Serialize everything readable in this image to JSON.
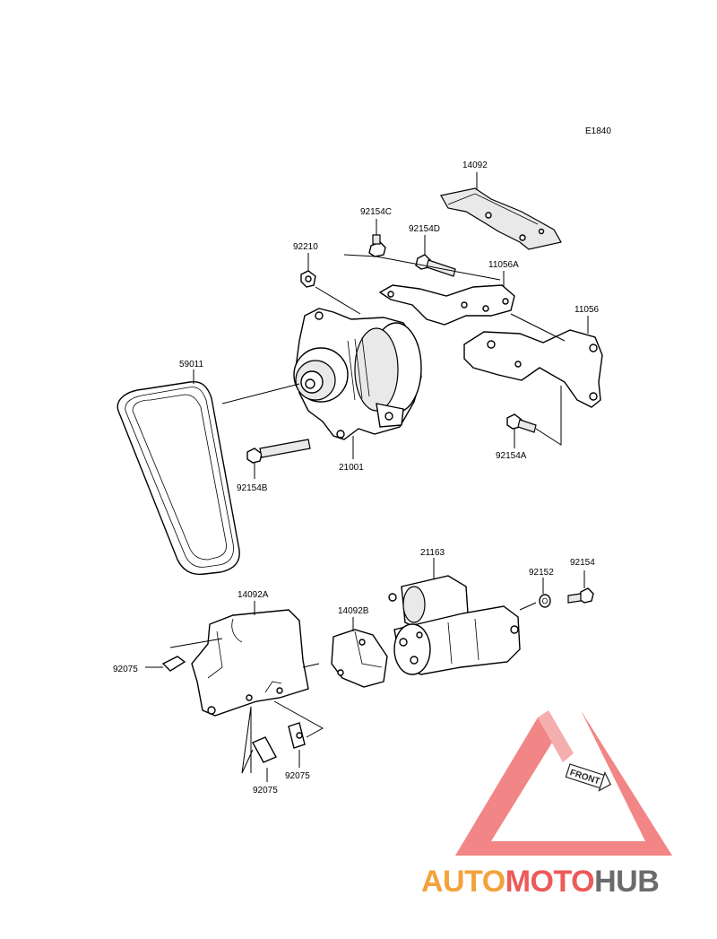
{
  "diagram": {
    "code": "E1840",
    "parts": [
      {
        "id": "14092"
      },
      {
        "id": "92154C"
      },
      {
        "id": "92154D"
      },
      {
        "id": "92210"
      },
      {
        "id": "11056A"
      },
      {
        "id": "11056"
      },
      {
        "id": "59011"
      },
      {
        "id": "21001"
      },
      {
        "id": "92154A"
      },
      {
        "id": "92154B"
      },
      {
        "id": "21163"
      },
      {
        "id": "92152"
      },
      {
        "id": "92154"
      },
      {
        "id": "14092A"
      },
      {
        "id": "14092B"
      },
      {
        "id": "92075"
      },
      {
        "id": "92075"
      },
      {
        "id": "92075"
      }
    ]
  },
  "watermark": {
    "badge_text": "FRONT",
    "brand_auto": "AUTO",
    "brand_moto": "MOTO",
    "brand_hub": "HUB",
    "colors": {
      "auto": "#f3a23b",
      "moto": "#ec5a5a",
      "hub": "#6b6b6b",
      "logo": "#f07070"
    }
  }
}
